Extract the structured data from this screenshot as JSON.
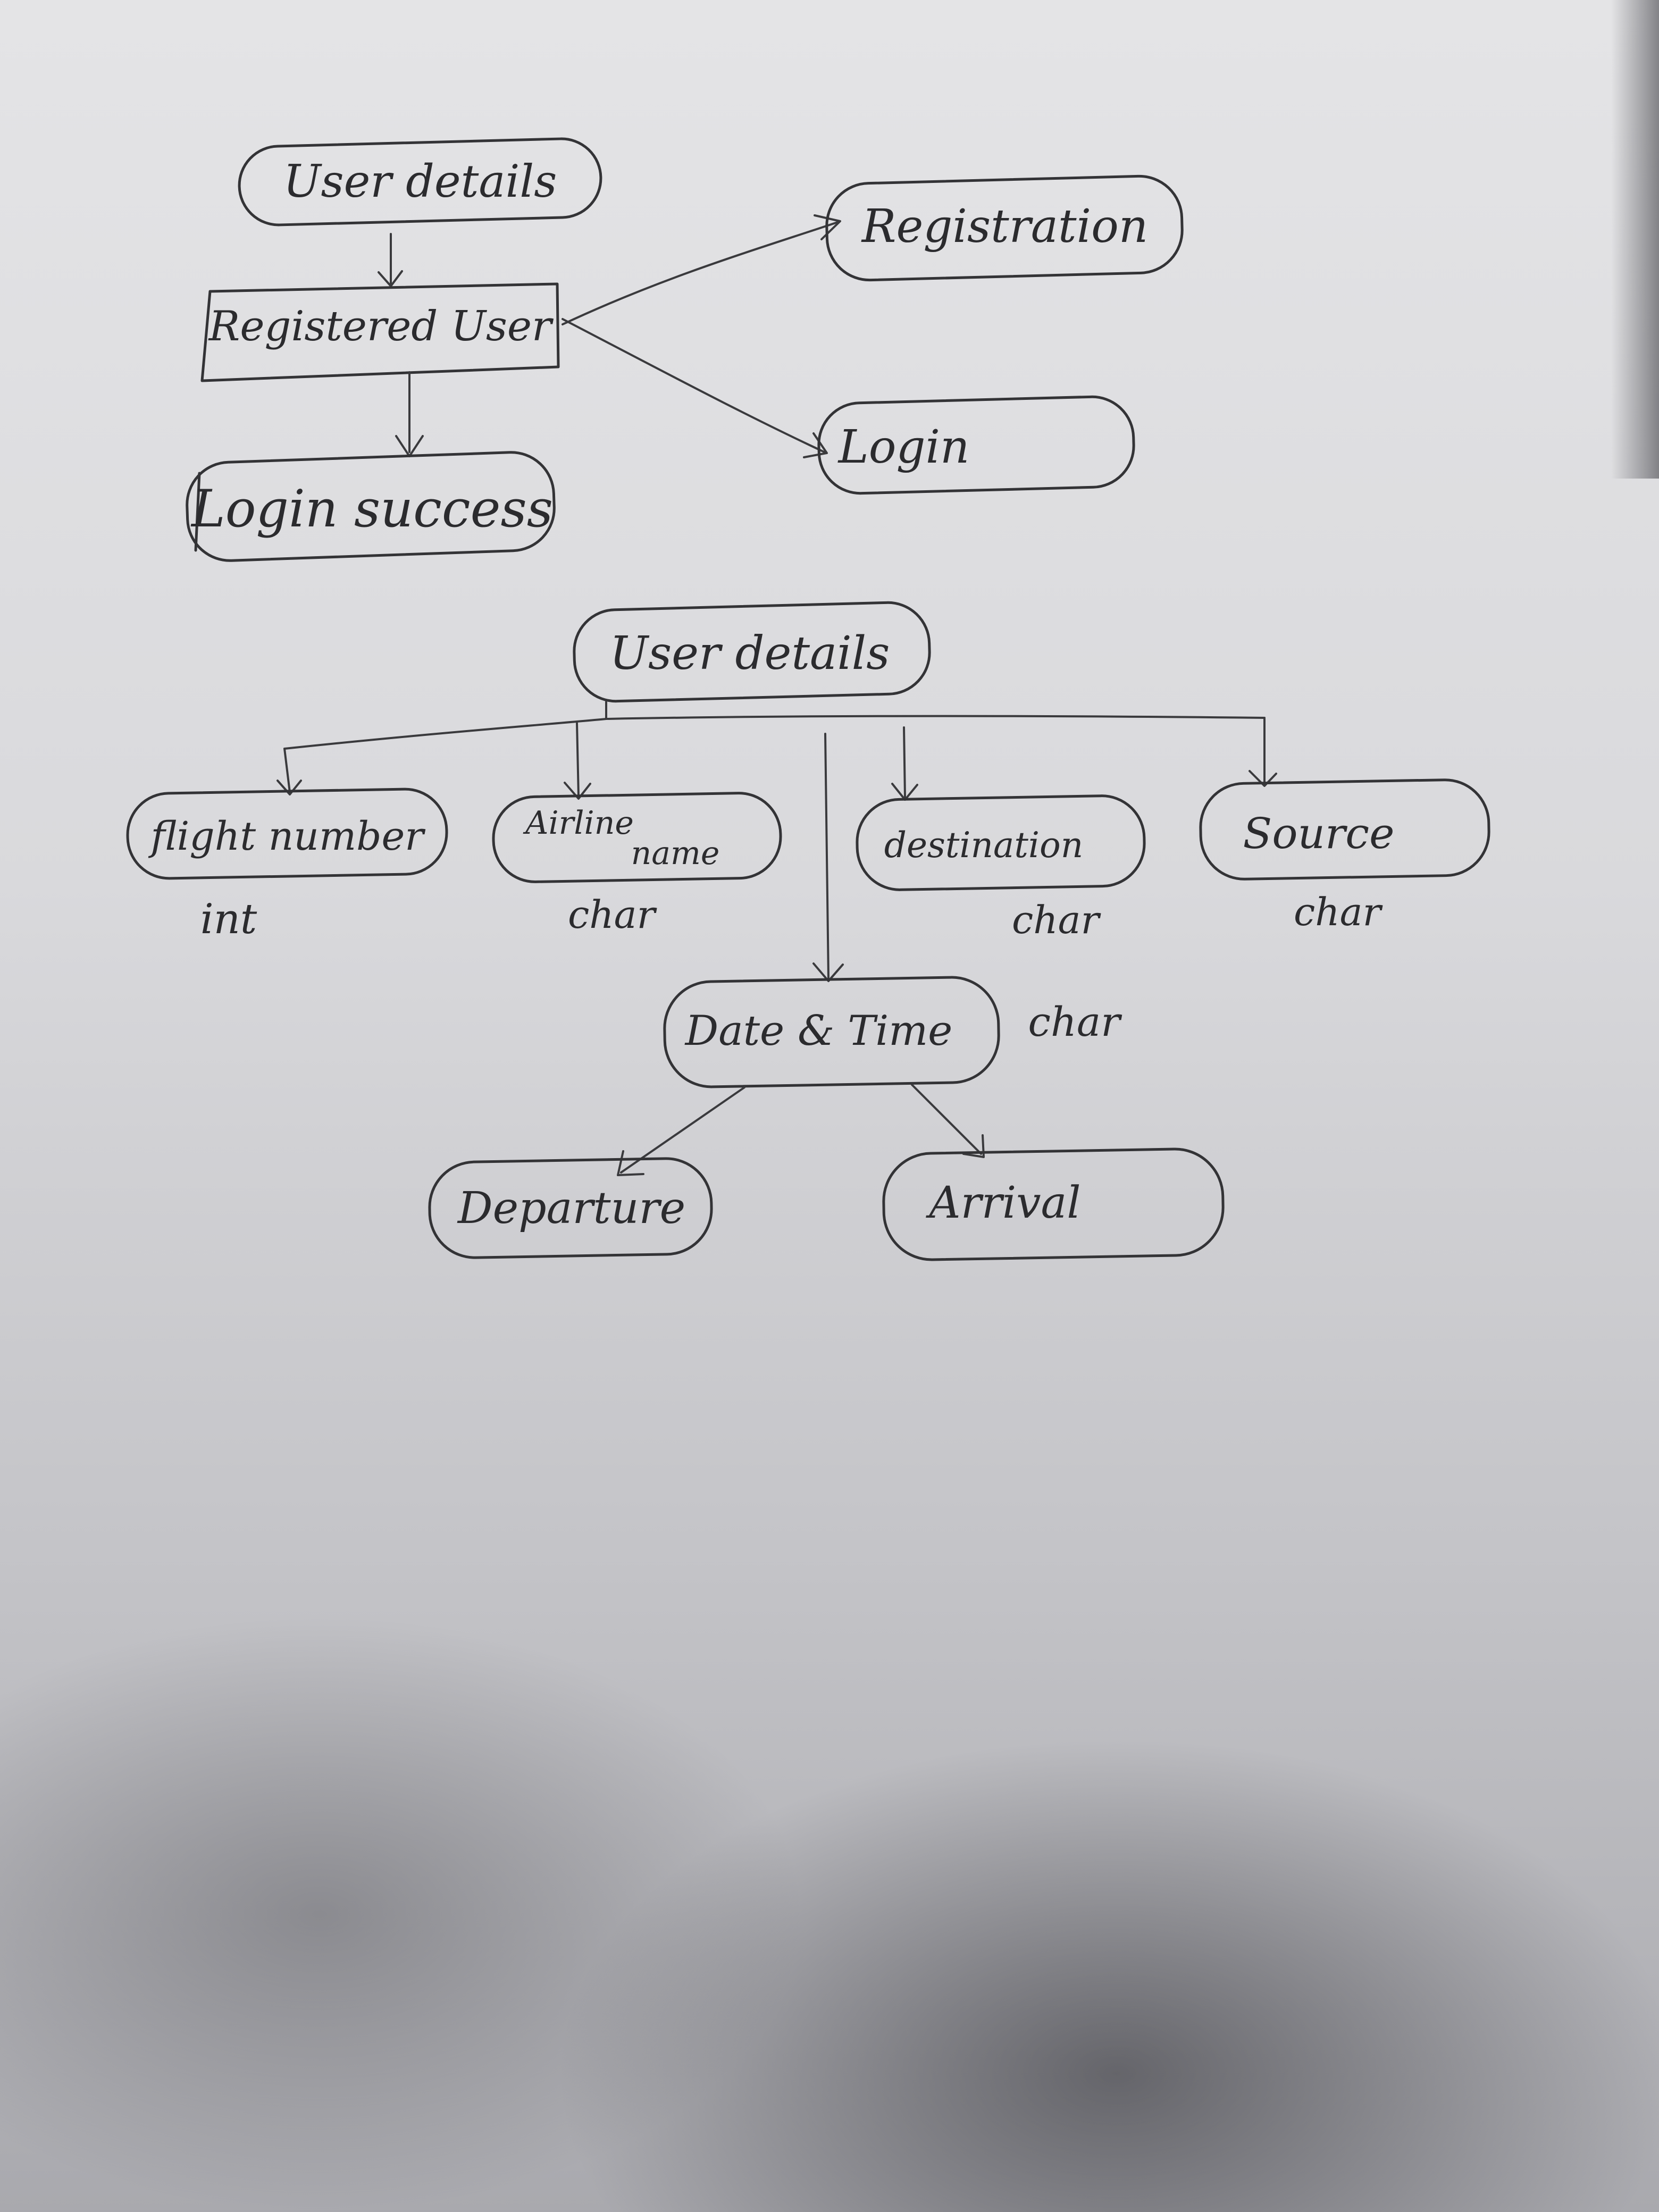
{
  "diagram_1": {
    "user_details": "User details",
    "registered_user": "Registered User",
    "registration": "Registration",
    "login": "Login",
    "login_success": "Login success"
  },
  "diagram_2": {
    "user_details": "User details",
    "flight_number": "flight number",
    "flight_number_type": "int",
    "airline_name_line1": "Airline",
    "airline_name_line2": "name",
    "airline_name_type": "char",
    "destination": "destination",
    "destination_type": "char",
    "source": "Source",
    "source_type": "char",
    "date_time": "Date & Time",
    "date_time_type": "char",
    "departure": "Departure",
    "arrival": "Arrival"
  },
  "colors": {
    "ink": "#333336",
    "paper": "#dcdcdf"
  }
}
